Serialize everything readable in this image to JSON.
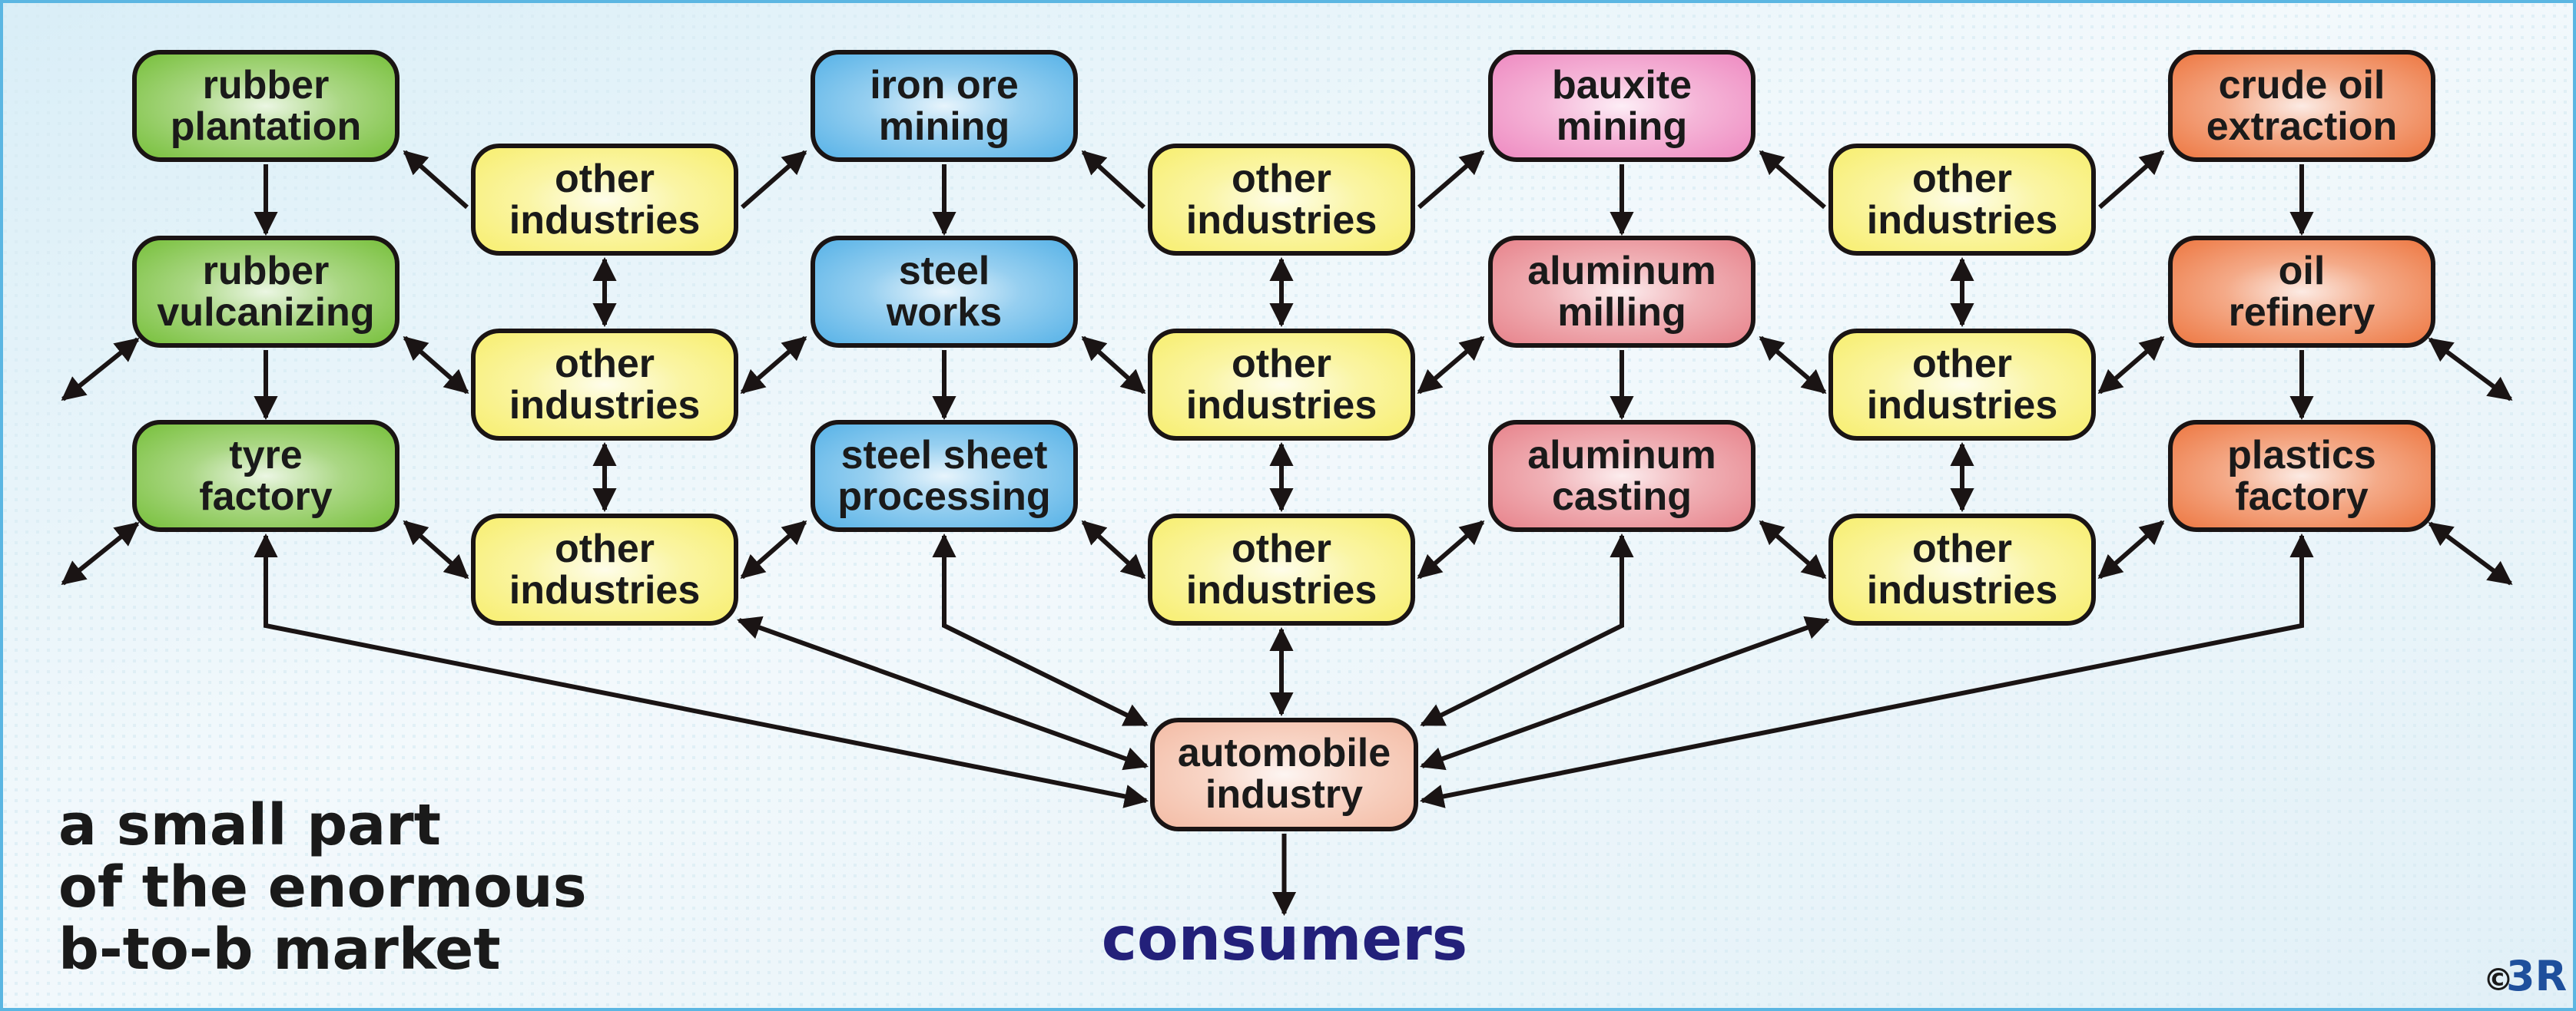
{
  "diagram": {
    "title_lines": [
      "a small part",
      "of the enormous",
      "b-to-b market"
    ],
    "consumers_label": "consumers",
    "copyright_symbol": "©",
    "copyright_brand": "3R",
    "colors": {
      "background": "#e6f3f8",
      "border": "#5bb6e2",
      "rubber": "#7cc242",
      "iron": "#5db5e8",
      "bauxite": "#ef8ec3",
      "aluminum": "#e8878f",
      "oil": "#ee7c48",
      "other": "#f8ef74",
      "automobile": "#f4bea8",
      "consumers_text": "#23207a",
      "brand_blue": "#1e4f9c"
    },
    "chains": [
      {
        "id": "rubber",
        "color_key": "rubber",
        "nodes": [
          {
            "id": "rubber-plantation",
            "lines": [
              "rubber",
              "plantation"
            ]
          },
          {
            "id": "rubber-vulcanizing",
            "lines": [
              "rubber",
              "vulcanizing"
            ]
          },
          {
            "id": "tyre-factory",
            "lines": [
              "tyre",
              "factory"
            ]
          }
        ]
      },
      {
        "id": "iron",
        "color_key": "iron",
        "nodes": [
          {
            "id": "iron-ore-mining",
            "lines": [
              "iron ore",
              "mining"
            ]
          },
          {
            "id": "steel-works",
            "lines": [
              "steel",
              "works"
            ]
          },
          {
            "id": "steel-sheet-processing",
            "lines": [
              "steel sheet",
              "processing"
            ]
          }
        ]
      },
      {
        "id": "aluminum",
        "color_key": "aluminum",
        "nodes": [
          {
            "id": "bauxite-mining",
            "lines": [
              "bauxite",
              "mining"
            ],
            "color_key": "bauxite"
          },
          {
            "id": "aluminum-milling",
            "lines": [
              "aluminum",
              "milling"
            ]
          },
          {
            "id": "aluminum-casting",
            "lines": [
              "aluminum",
              "casting"
            ]
          }
        ]
      },
      {
        "id": "oil",
        "color_key": "oil",
        "nodes": [
          {
            "id": "crude-oil-extraction",
            "lines": [
              "crude oil",
              "extraction"
            ]
          },
          {
            "id": "oil-refinery",
            "lines": [
              "oil",
              "refinery"
            ]
          },
          {
            "id": "plastics-factory",
            "lines": [
              "plastics",
              "factory"
            ]
          }
        ]
      }
    ],
    "other_industries": {
      "lines": [
        "other",
        "industries"
      ],
      "columns": 3,
      "rows": 3
    },
    "hub": {
      "id": "automobile-industry",
      "lines": [
        "automobile",
        "industry"
      ]
    }
  }
}
